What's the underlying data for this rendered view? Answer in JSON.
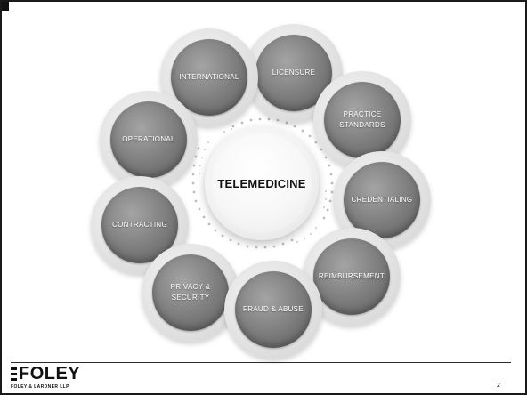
{
  "diagram": {
    "center_label": "TELEMEDICINE",
    "nodes": [
      {
        "id": "licensure",
        "label": "LICENSURE"
      },
      {
        "id": "practice-standards",
        "label": "PRACTICE\nSTANDARDS"
      },
      {
        "id": "credentialing",
        "label": "CREDENTIALING"
      },
      {
        "id": "reimbursement",
        "label": "REIMBURSEMENT"
      },
      {
        "id": "fraud-abuse",
        "label": "FRAUD & ABUSE"
      },
      {
        "id": "privacy-security",
        "label": "PRIVACY &\nSECURITY"
      },
      {
        "id": "contracting",
        "label": "CONTRACTING"
      },
      {
        "id": "operational",
        "label": "OPERATIONAL"
      },
      {
        "id": "international",
        "label": "INTERNATIONAL"
      }
    ]
  },
  "footer": {
    "logo_word": "FOLEY",
    "logo_subtitle": "FOLEY & LARDNER LLP",
    "page_number": "2"
  }
}
